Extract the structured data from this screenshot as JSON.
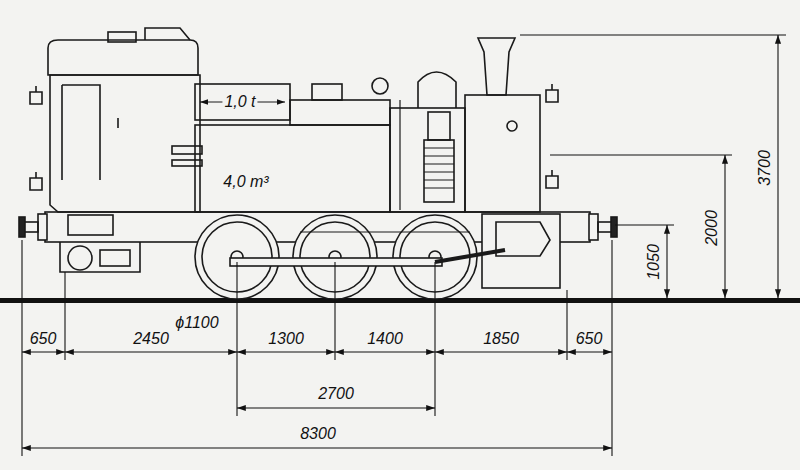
{
  "diagram": {
    "labels": [
      "1,0 t",
      "4,0 m³",
      "ϕ1100",
      "650",
      "2450",
      "1300",
      "1400",
      "1850",
      "650",
      "2700",
      "8300",
      "1050",
      "2000",
      "3700"
    ]
  }
}
